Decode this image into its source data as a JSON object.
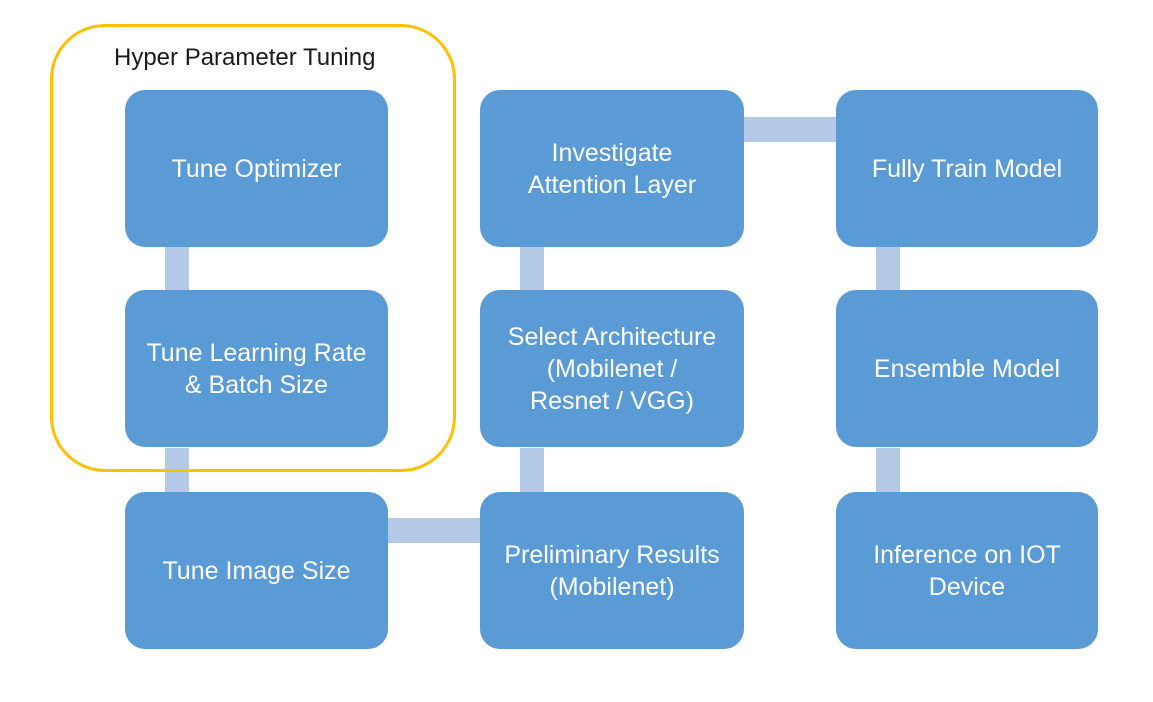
{
  "diagram": {
    "hyper_group": {
      "label": "Hyper Parameter Tuning",
      "contains": [
        "tune-optimizer",
        "tune-learning-rate-batch-size"
      ]
    },
    "colors": {
      "box_fill": "#5B9BD5",
      "connector_fill": "#B4C9E6",
      "highlight_border": "#FFC000",
      "box_text": "#FFFFFF",
      "label_text": "#1A1A1A"
    },
    "nodes": [
      {
        "id": "tune-optimizer",
        "label": "Tune Optimizer",
        "column": 1,
        "row": 1
      },
      {
        "id": "tune-learning-rate-batch-size",
        "label": "Tune Learning Rate\n& Batch Size",
        "column": 1,
        "row": 2
      },
      {
        "id": "tune-image-size",
        "label": "Tune Image Size",
        "column": 1,
        "row": 3
      },
      {
        "id": "investigate-attention-layer",
        "label": "Investigate\nAttention Layer",
        "column": 2,
        "row": 1
      },
      {
        "id": "select-architecture",
        "label": "Select Architecture\n(Mobilenet /\nResnet / VGG)",
        "column": 2,
        "row": 2
      },
      {
        "id": "preliminary-results",
        "label": "Preliminary Results\n(Mobilenet)",
        "column": 2,
        "row": 3
      },
      {
        "id": "fully-train-model",
        "label": "Fully Train Model",
        "column": 3,
        "row": 1
      },
      {
        "id": "ensemble-model",
        "label": "Ensemble Model",
        "column": 3,
        "row": 2
      },
      {
        "id": "inference-on-iot-device",
        "label": "Inference on IOT\nDevice",
        "column": 3,
        "row": 3
      }
    ],
    "connections": [
      {
        "from": "tune-optimizer",
        "to": "tune-learning-rate-batch-size",
        "orientation": "vertical"
      },
      {
        "from": "tune-learning-rate-batch-size",
        "to": "tune-image-size",
        "orientation": "vertical"
      },
      {
        "from": "tune-image-size",
        "to": "preliminary-results",
        "orientation": "horizontal"
      },
      {
        "from": "preliminary-results",
        "to": "select-architecture",
        "orientation": "vertical"
      },
      {
        "from": "select-architecture",
        "to": "investigate-attention-layer",
        "orientation": "vertical"
      },
      {
        "from": "investigate-attention-layer",
        "to": "fully-train-model",
        "orientation": "horizontal"
      },
      {
        "from": "fully-train-model",
        "to": "ensemble-model",
        "orientation": "vertical"
      },
      {
        "from": "ensemble-model",
        "to": "inference-on-iot-device",
        "orientation": "vertical"
      }
    ]
  }
}
